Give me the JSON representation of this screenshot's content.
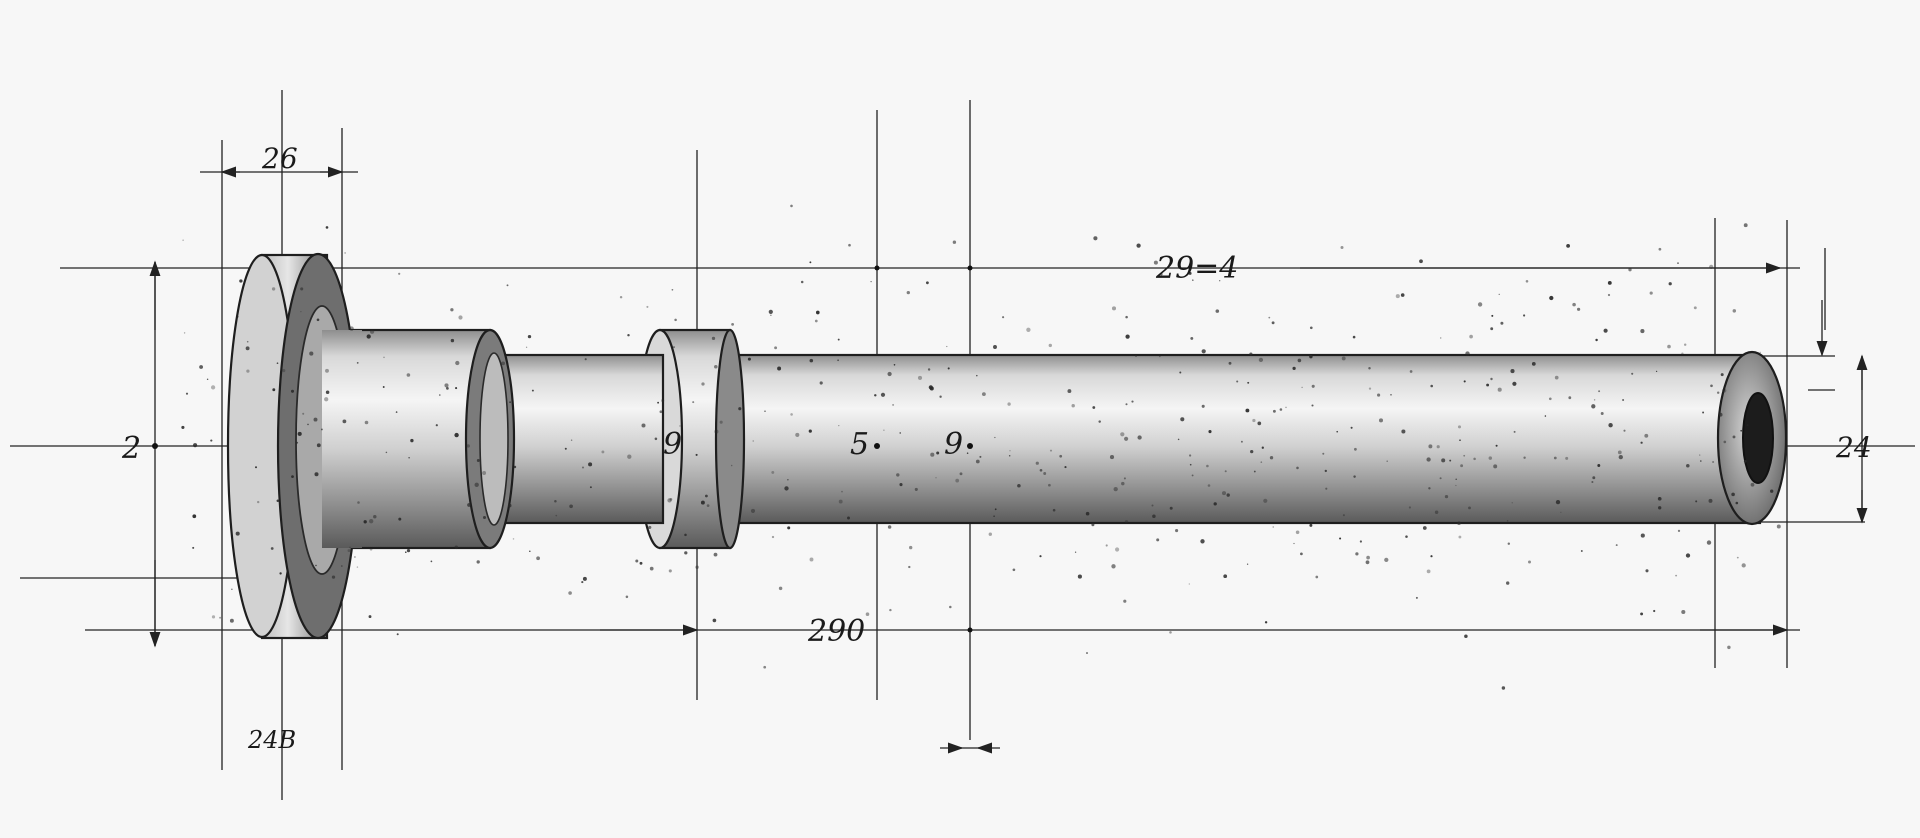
{
  "labels": {
    "top_left_width": "26",
    "top_overall": "29=4",
    "bottom_overall": "290",
    "left_height": "2",
    "right_height": "24",
    "collar_mark": "9",
    "center_mark_a": "5",
    "center_mark_b": "9",
    "bottom_left_note": "24B"
  },
  "colors": {
    "ink": "#1a1a1a",
    "paper": "#f7f7f7"
  }
}
